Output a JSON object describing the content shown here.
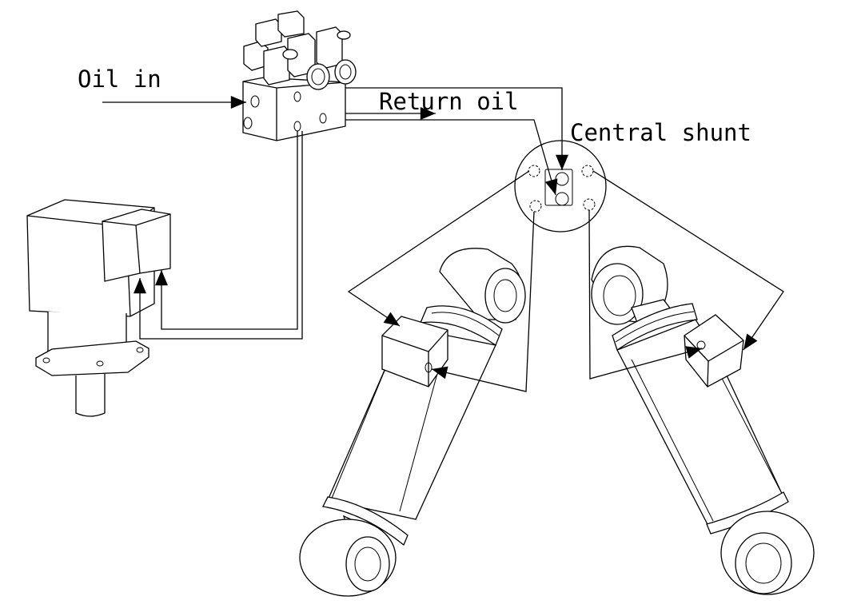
{
  "labels": {
    "oil_in": "Oil in",
    "return_oil": "Return oil",
    "central_shunt": "Central shunt"
  }
}
